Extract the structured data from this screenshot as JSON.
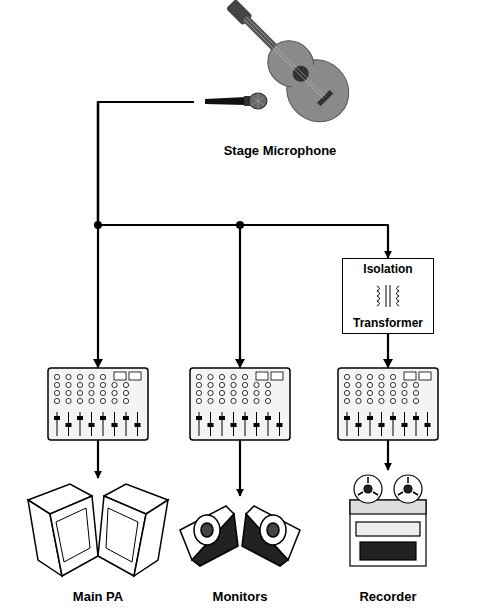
{
  "diagram": {
    "nodes": [
      {
        "text": [
          "Stage Microphone"
        ]
      },
      {
        "text": [
          "Isolation",
          "Transformer"
        ]
      },
      {
        "text": [
          "Main PA"
        ]
      },
      {
        "text": [
          "Monitors"
        ]
      },
      {
        "text": [
          "Recorder"
        ]
      }
    ],
    "edges": [
      {
        "from": 0,
        "to": 2,
        "arrow": "to"
      },
      {
        "from": 0,
        "to": 3,
        "arrow": "to"
      },
      {
        "from": 0,
        "to": 1,
        "arrow": "to"
      },
      {
        "from": 1,
        "to": 4,
        "arrow": "to"
      }
    ]
  }
}
